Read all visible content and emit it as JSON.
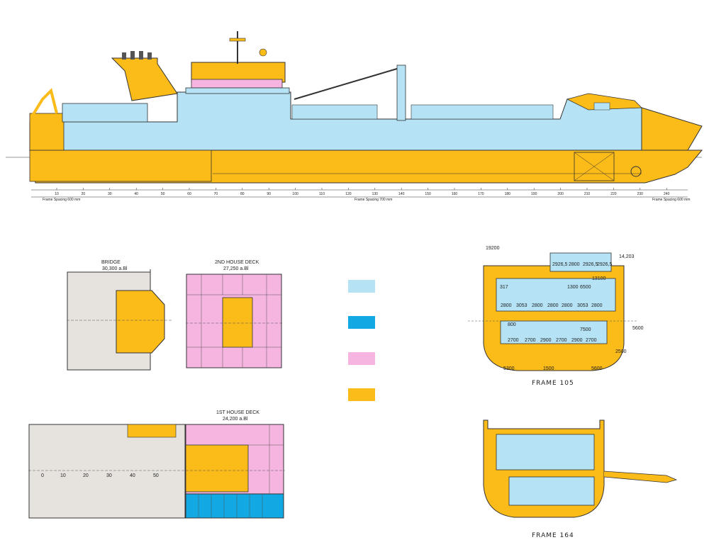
{
  "colors": {
    "light_blue": "#b5e3f5",
    "blue": "#12a8e3",
    "pink": "#f6b4e0",
    "yellow": "#fbbb18",
    "grey": "#e6e3df",
    "line": "#333333"
  },
  "profile": {
    "frame_numbers": [
      "10",
      "20",
      "30",
      "40",
      "50",
      "60",
      "70",
      "80",
      "90",
      "100",
      "110",
      "120",
      "130",
      "140",
      "150",
      "160",
      "170",
      "180",
      "190",
      "200",
      "210",
      "220",
      "230",
      "240"
    ],
    "frame_spacing_aft": "Frame Spacing 600 mm",
    "frame_spacing_mid": "Frame Spacing 700 mm",
    "frame_spacing_fwd": "Frame Spacing 600 mm"
  },
  "plans": {
    "bridge": {
      "title": "BRIDGE",
      "level": "30,300 a.Bl"
    },
    "second_house_deck": {
      "title": "2ND HOUSE DECK",
      "level": "27,250 a.Bl"
    },
    "first_house_deck": {
      "title": "1ST HOUSE DECK",
      "level": "24,200 a.Bl",
      "frames": [
        "0",
        "10",
        "20",
        "30",
        "40",
        "50"
      ]
    }
  },
  "legend": {
    "swatches": [
      "light_blue",
      "blue",
      "pink",
      "yellow"
    ]
  },
  "frame_105": {
    "title": "FRAME 105",
    "dims": {
      "top_left": "19200",
      "top_right": "14,203",
      "upper_row": [
        "2926,5",
        "2800",
        "2926,5",
        "2926,5"
      ],
      "mid_row": [
        "2800",
        "3053",
        "2800",
        "2800",
        "2800",
        "3053",
        "2800"
      ],
      "lower_row": [
        "2700",
        "2700",
        "2900",
        "2700",
        "2900",
        "2700"
      ],
      "bottom": [
        "5300",
        "1500",
        "5600"
      ],
      "small": [
        "317",
        "1300",
        "6500",
        "800",
        "7500",
        "13100",
        "2500",
        "5600"
      ]
    }
  },
  "frame_164": {
    "title": "FRAME 164"
  }
}
